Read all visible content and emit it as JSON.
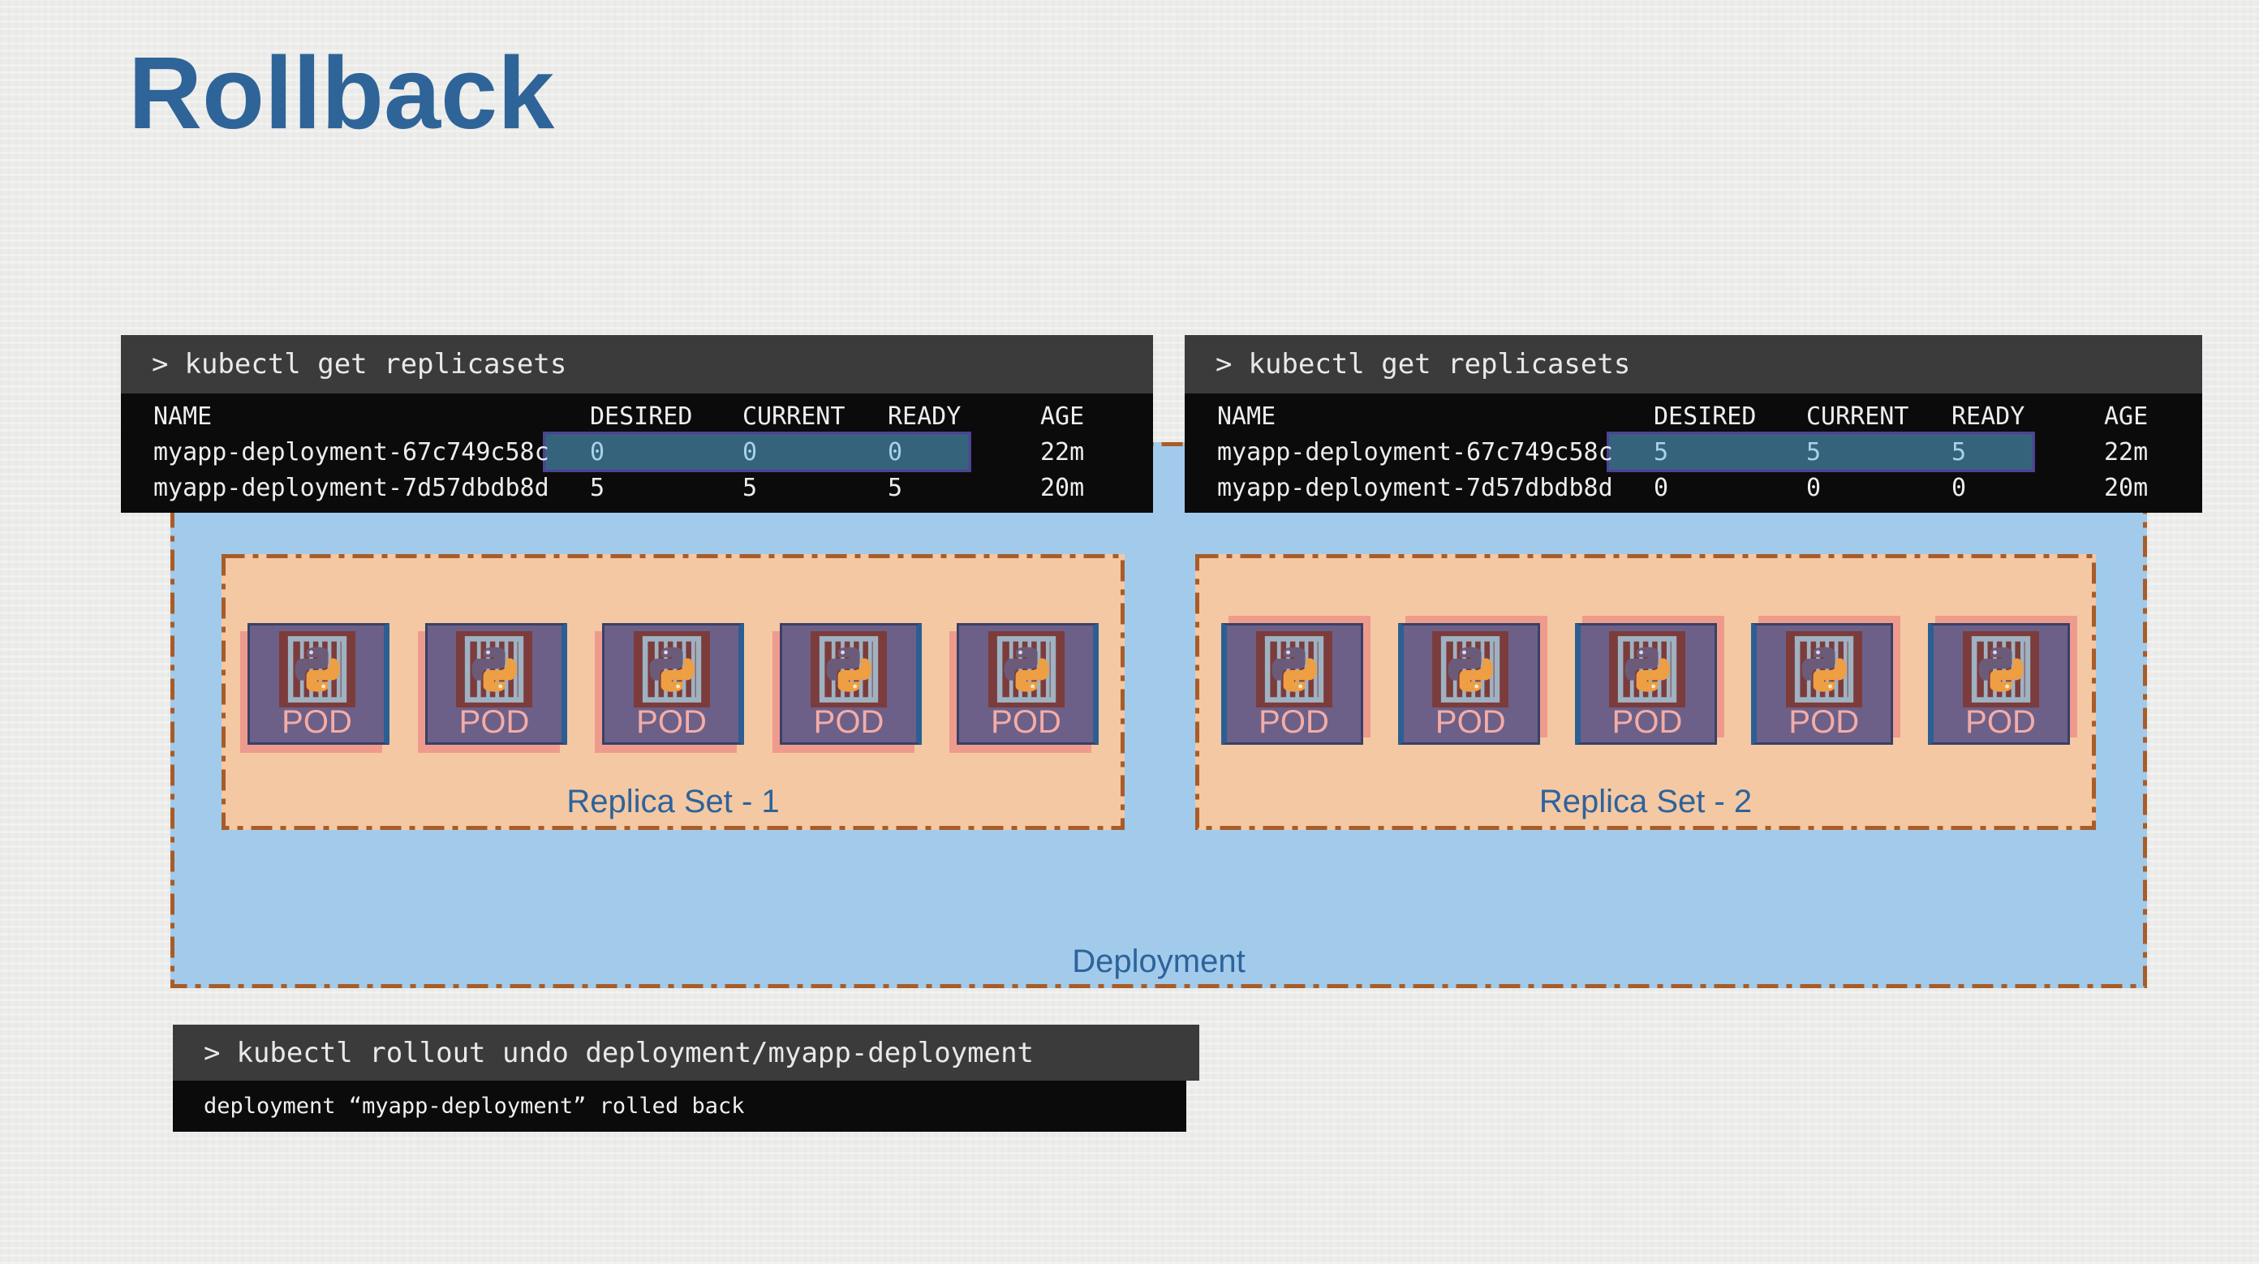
{
  "title": "Rollback",
  "prompt_char": ">",
  "terminal_left": {
    "command": "kubectl get replicasets",
    "columns": [
      "NAME",
      "DESIRED",
      "CURRENT",
      "READY",
      "AGE"
    ],
    "rows": [
      {
        "name": "myapp-deployment-67c749c58c",
        "desired": "0",
        "current": "0",
        "ready": "0",
        "age": "22m",
        "highlighted": true
      },
      {
        "name": "myapp-deployment-7d57dbdb8d",
        "desired": "5",
        "current": "5",
        "ready": "5",
        "age": "20m",
        "highlighted": false
      }
    ]
  },
  "terminal_right": {
    "command": "kubectl get replicasets",
    "columns": [
      "NAME",
      "DESIRED",
      "CURRENT",
      "READY",
      "AGE"
    ],
    "rows": [
      {
        "name": "myapp-deployment-67c749c58c",
        "desired": "5",
        "current": "5",
        "ready": "5",
        "age": "22m",
        "highlighted": true
      },
      {
        "name": "myapp-deployment-7d57dbdb8d",
        "desired": "0",
        "current": "0",
        "ready": "0",
        "age": "20m",
        "highlighted": false
      }
    ]
  },
  "terminal_rollback": {
    "command": "kubectl rollout undo deployment/myapp-deployment",
    "output": "deployment “myapp-deployment” rolled back"
  },
  "deployment": {
    "label": "Deployment",
    "replicasets": [
      {
        "label": "Replica Set - 1",
        "pod_count": 5
      },
      {
        "label": "Replica Set - 2",
        "pod_count": 5
      }
    ]
  },
  "pod_label": "POD",
  "colors": {
    "heading_blue": "#2F6498",
    "label_blue": "#2D639B",
    "deployment_fill": "#A2CBEB",
    "replicaset_fill": "#F4C8A3",
    "dash_border": "#A85C28",
    "pod_fill": "#6C6088",
    "pod_accent_blue": "#2B5F94",
    "pod_shadow_salmon": "#EE9B8D",
    "pod_icon_maroon": "#7C3C3C",
    "jail_gray": "#9FB2C2",
    "python_purple": "#6B5B79",
    "python_orange": "#EE9E43",
    "terminal_header_bg": "#3B3B3B",
    "terminal_body_bg": "#0B0B0B",
    "highlight_fill": "#35637C",
    "highlight_border": "#4E4096",
    "highlight_text": "#A9D1E8"
  }
}
